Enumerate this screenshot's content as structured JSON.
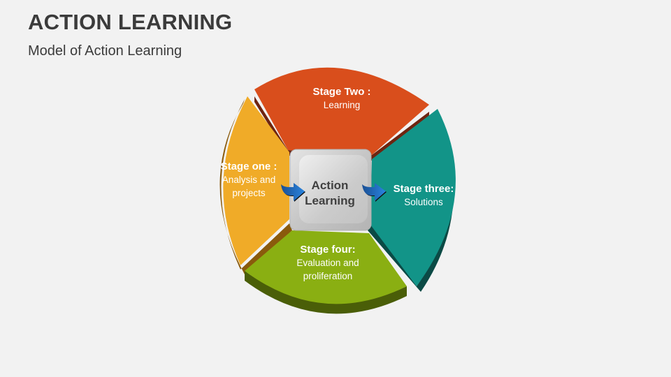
{
  "header": {
    "title": "ACTION LEARNING",
    "subtitle": "Model of Action Learning"
  },
  "diagram": {
    "center": {
      "line1": "Action",
      "line2": "Learning",
      "color": "#c8c8c8"
    },
    "stages": [
      {
        "id": "one",
        "heading": "Stage one :",
        "line1": "Analysis and",
        "line2": "projects",
        "color": "#f0ab28",
        "shade": "#8a5a0c"
      },
      {
        "id": "two",
        "heading": "Stage Two :",
        "line1": "Learning",
        "line2": "",
        "color": "#d94e1c",
        "shade": "#6e2410"
      },
      {
        "id": "three",
        "heading": "Stage three:",
        "line1": "Solutions",
        "line2": "",
        "color": "#129488",
        "shade": "#0b4a45"
      },
      {
        "id": "four",
        "heading": "Stage four:",
        "line1": "Evaluation and",
        "line2": "proliferation",
        "color": "#8aaf12",
        "shade": "#4a5e08"
      }
    ],
    "arrows": [
      {
        "name": "arrow-stage-one-to-center",
        "color": "#1f6fc4"
      },
      {
        "name": "arrow-center-to-stage-three",
        "color": "#1f6fc4"
      }
    ]
  }
}
